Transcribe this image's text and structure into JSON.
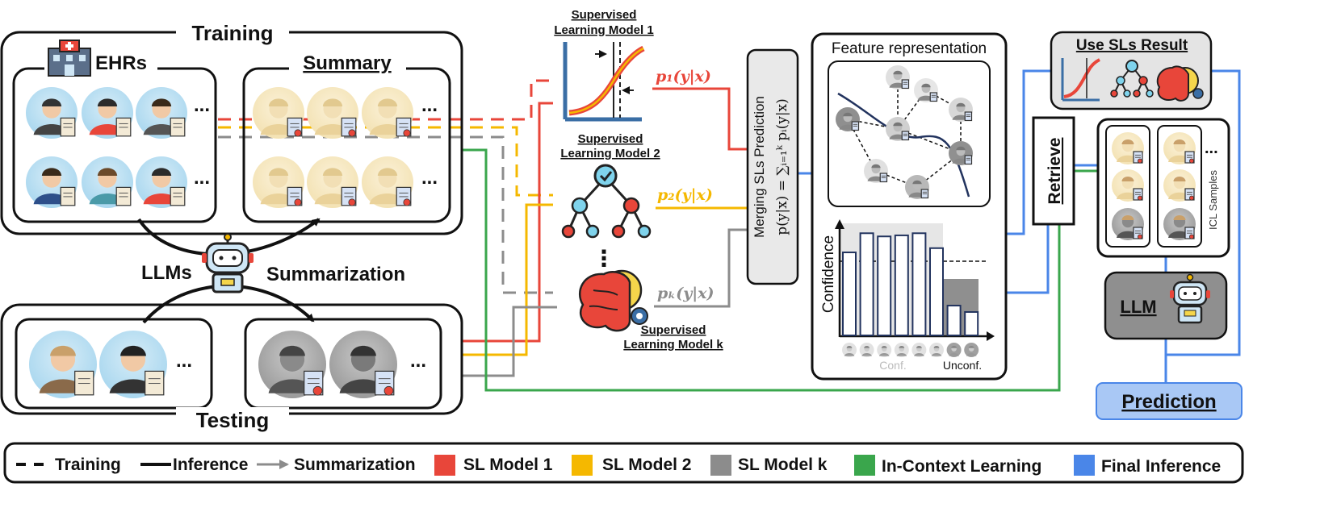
{
  "training_label": "Training",
  "testing_label": "Testing",
  "ehrs_label": "EHRs",
  "summary_label": "Summary",
  "ellipsis": "...",
  "llms_label": "LLMs",
  "summarization_label": "Summarization",
  "sl_models": [
    {
      "title_line1": "Supervised",
      "title_line2": "Learning Model 1",
      "prob_label": "p₁(y|x)",
      "color": "#e8463a"
    },
    {
      "title_line1": "Supervised",
      "title_line2": "Learning Model 2",
      "prob_label": "p₂(y|x)",
      "color": "#f5b800"
    },
    {
      "title_line1": "Supervised",
      "title_line2": "Learning Model k",
      "prob_label": "pₖ(y|x)",
      "color": "#8c8c8c"
    }
  ],
  "vertical_dots": "⋮",
  "merge_box": {
    "line1": "Merging SLs Prediction",
    "line2": "p(y|x) = ∑ᵢ₌₁ᵏ pᵢ(y|x)"
  },
  "feature_panel": {
    "title": "Feature representation",
    "confidence_label": "Confidence",
    "conf_label": "Conf.",
    "unconf_label": "Unconf.",
    "bar_values": [
      0.78,
      0.96,
      0.93,
      0.94,
      0.96,
      0.82,
      0.28,
      0.22
    ]
  },
  "use_sls_result_label": "Use SLs Result",
  "retrieve_label": "Retrieve",
  "icl_samples_label": "ICL Samples",
  "llm_label": "LLM",
  "prediction_label": "Prediction",
  "legend": {
    "training": "Training",
    "inference": "Inference",
    "summarization": "Summarization",
    "sl_model_1": "SL Model  1",
    "sl_model_2": "SL Model  2",
    "sl_model_k": "SL Model  k",
    "icl": "In-Context Learning",
    "final_inference": "Final Inference"
  },
  "colors": {
    "red": "#e8463a",
    "yellow": "#f5b800",
    "gray": "#8c8c8c",
    "green": "#3aa64c",
    "blue": "#4a86e8",
    "prediction_fill": "#a9c8f5",
    "llm_fill": "#8f8f8f",
    "panel_fill": "#e4e4e4"
  }
}
